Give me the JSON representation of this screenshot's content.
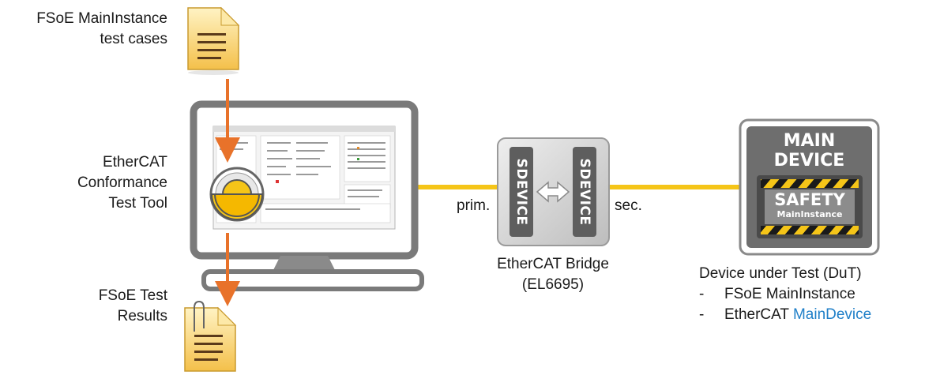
{
  "test_cases_label": [
    "FSoE MainInstance",
    "test cases"
  ],
  "tool_label": [
    "EtherCAT",
    "Conformance",
    "Test Tool"
  ],
  "results_label": [
    "FSoE Test",
    "Results"
  ],
  "bridge": {
    "left_port": "SDEVICE",
    "right_port": "SDEVICE",
    "primary_label": "prim.",
    "secondary_label": "sec.",
    "caption": [
      "EtherCAT Bridge",
      "(EL6695)"
    ]
  },
  "main_device": {
    "title": [
      "MAIN",
      "DEVICE"
    ],
    "safety": "SAFETY",
    "instance": "MainInstance"
  },
  "dut": {
    "title": "Device under Test (DuT)",
    "items": [
      {
        "dash": "-",
        "text": "FSoE MainInstance",
        "highlight": ""
      },
      {
        "dash": "-",
        "text": "EtherCAT ",
        "highlight": "MainDevice"
      }
    ]
  },
  "colors": {
    "arrow": "#e8722a",
    "cable": "#f5c518",
    "document": "#f7cb57",
    "monitor": "#7a7a7a",
    "device_gray": "#6e6e6e",
    "link_blue": "#1f7fc8"
  }
}
